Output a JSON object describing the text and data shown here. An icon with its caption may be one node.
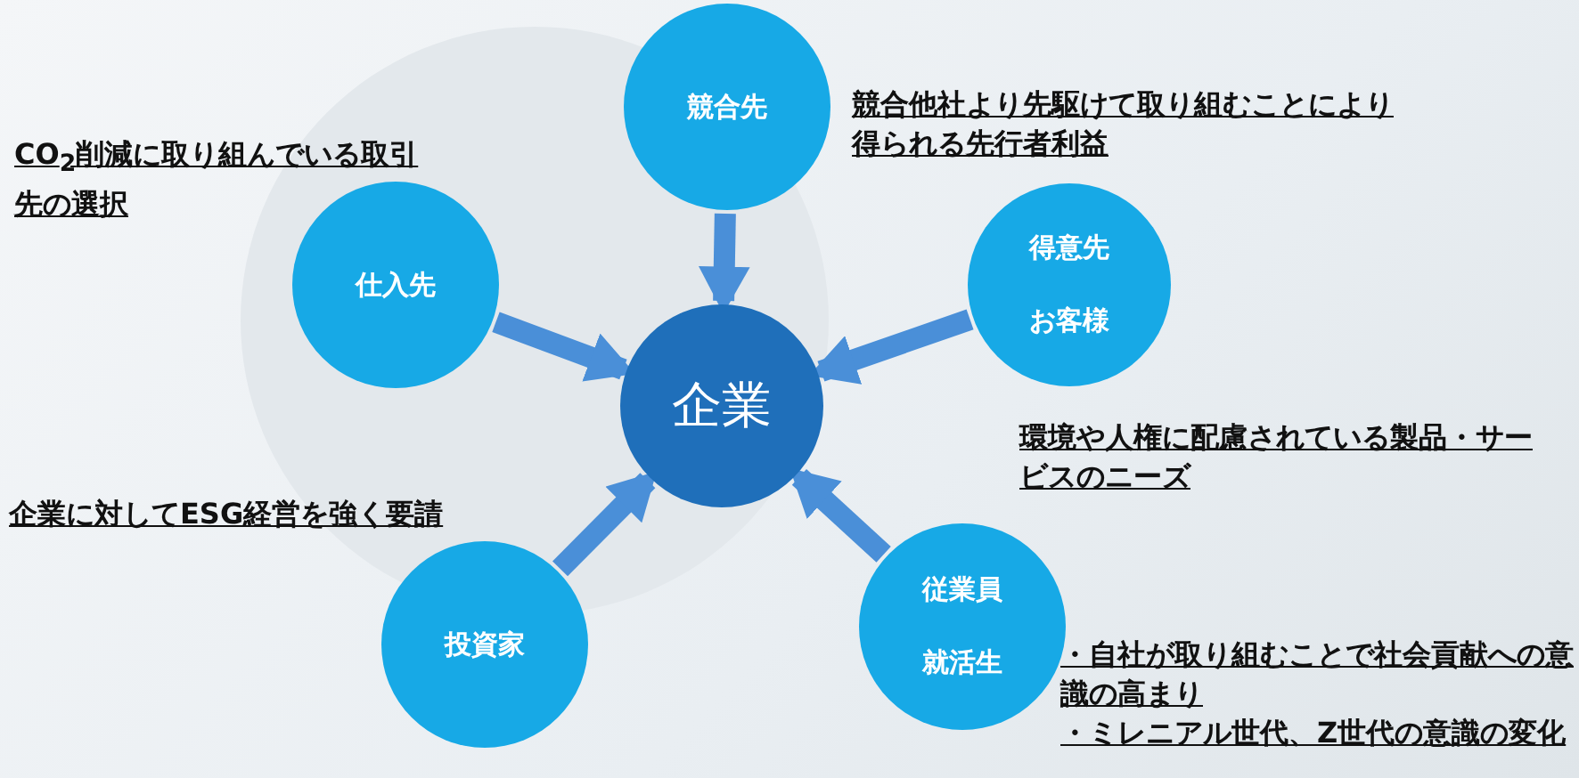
{
  "diagram": {
    "nodes": [
      {
        "text": [
          "企業"
        ]
      },
      {
        "text": [
          "競合先"
        ],
        "beside": [
          "競合他社より先駆けて取り組むことにより得られる先行者利益"
        ]
      },
      {
        "text": [
          "得意先",
          "お客様"
        ],
        "beside": [
          "環境や人権に配慮されている製品・サービスのニーズ"
        ]
      },
      {
        "text": [
          "従業員",
          "就活生"
        ],
        "beside": [
          "・自社が取り組むことで社会貢献への意識の高まり",
          "・ミレニアル世代、Z世代の意識の変化"
        ]
      },
      {
        "text": [
          "投資家"
        ],
        "beside": [
          "企業に対してESG経営を強く要請"
        ]
      },
      {
        "text": [
          "仕入先"
        ],
        "beside": [
          "CO$_{2}$削減に取り組んでいる取引先の選択"
        ]
      }
    ],
    "edges": [
      {
        "from": 1,
        "to": 0,
        "arrow": "to"
      },
      {
        "from": 2,
        "to": 0,
        "arrow": "to"
      },
      {
        "from": 3,
        "to": 0,
        "arrow": "to"
      },
      {
        "from": 4,
        "to": 0,
        "arrow": "to"
      },
      {
        "from": 5,
        "to": 0,
        "arrow": "to"
      }
    ]
  }
}
